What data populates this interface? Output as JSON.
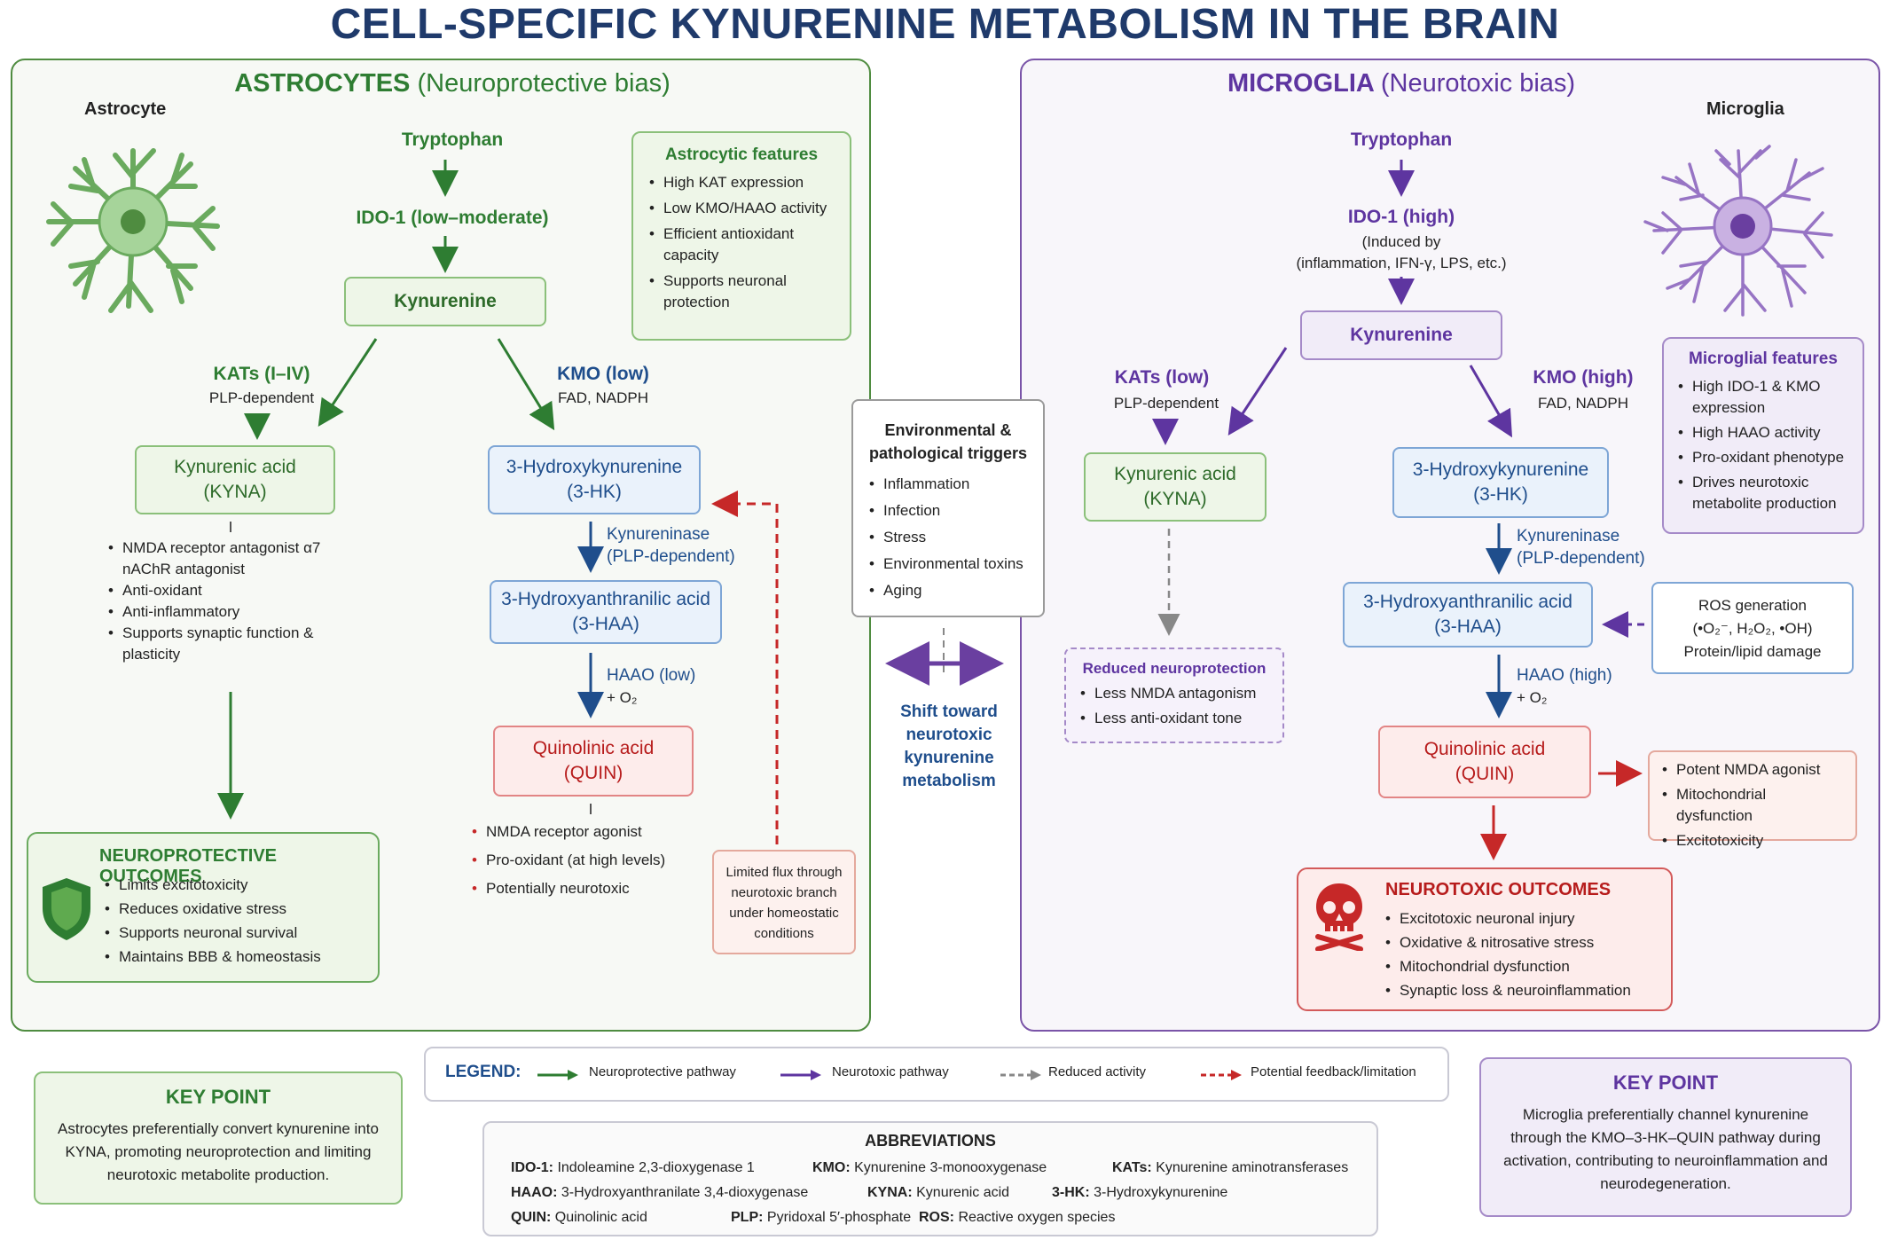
{
  "title": "CELL-SPECIFIC KYNURENINE METABOLISM IN THE BRAIN",
  "astro": {
    "heading": "ASTROCYTES",
    "heading_sub": "(Neuroprotective bias)",
    "cell_label": "Astrocyte",
    "tryptophan": "Tryptophan",
    "ido": "IDO-1 (low–moderate)",
    "kynurenine": "Kynurenine",
    "kats": "KATs (I–IV)",
    "kats_sub": "PLP-dependent",
    "kmo": "KMO (low)",
    "kmo_sub": "FAD, NADPH",
    "kyna_1": "Kynurenic acid",
    "kyna_2": "(KYNA)",
    "hk_1": "3-Hydroxykynurenine",
    "hk_2": "(3-HK)",
    "kynureninase_1": "Kynureninase",
    "kynureninase_2": "(PLP-dependent)",
    "haa_1": "3-Hydroxyanthranilic acid",
    "haa_2": "(3-HAA)",
    "haao": "HAAO (low)",
    "o2": "+ O₂",
    "quin_1": "Quinolinic acid",
    "quin_2": "(QUIN)",
    "kyna_effects": [
      "NMDA receptor antagonist α7 nAChR antagonist",
      "Anti-oxidant",
      "Anti-inflammatory",
      "Supports synaptic function & plasticity"
    ],
    "quin_effects": [
      "NMDA receptor agonist",
      "Pro-oxidant (at high levels)",
      "Potentially neurotoxic"
    ],
    "features_title": "Astrocytic features",
    "features": [
      "High KAT expression",
      "Low KMO/HAAO activity",
      "Efficient antioxidant capacity",
      "Supports neuronal protection"
    ],
    "limited_flux": "Limited flux through neurotoxic branch under homeostatic conditions",
    "outcomes_title": "NEUROPROTECTIVE OUTCOMES",
    "outcomes": [
      "Limits excitotoxicity",
      "Reduces oxidative stress",
      "Supports neuronal survival",
      "Maintains BBB & homeostasis"
    ]
  },
  "micro": {
    "heading": "MICROGLIA",
    "heading_sub": "(Neurotoxic bias)",
    "cell_label": "Microglia",
    "tryptophan": "Tryptophan",
    "ido": "IDO-1 (high)",
    "ido_sub_1": "(Induced by",
    "ido_sub_2": "(inflammation, IFN-γ, LPS, etc.)",
    "kynurenine": "Kynurenine",
    "kats": "KATs (low)",
    "kats_sub": "PLP-dependent",
    "kmo": "KMO (high)",
    "kmo_sub": "FAD, NADPH",
    "kyna_1": "Kynurenic acid",
    "kyna_2": "(KYNA)",
    "hk_1": "3-Hydroxykynurenine",
    "hk_2": "(3-HK)",
    "kynureninase_1": "Kynureninase",
    "kynureninase_2": "(PLP-dependent)",
    "haa_1": "3-Hydroxyanthranilic acid",
    "haa_2": "(3-HAA)",
    "haao": "HAAO (high)",
    "o2": "+ O₂",
    "quin_1": "Quinolinic acid",
    "quin_2": "(QUIN)",
    "reduced_title": "Reduced neuroprotection",
    "reduced": [
      "Less NMDA antagonism",
      "Less anti-oxidant tone"
    ],
    "features_title": "Microglial features",
    "features": [
      "High IDO-1 & KMO expression",
      "High HAAO activity",
      "Pro-oxidant phenotype",
      "Drives neurotoxic metabolite production"
    ],
    "ros_1": "ROS generation",
    "ros_2": "(•O₂⁻, H₂O₂, •OH)",
    "ros_3": "Protein/lipid damage",
    "quin_effects": [
      "Potent NMDA agonist",
      "Mitochondrial dysfunction",
      "Excitotoxicity"
    ],
    "outcomes_title": "NEUROTOXIC OUTCOMES",
    "outcomes": [
      "Excitotoxic neuronal injury",
      "Oxidative & nitrosative stress",
      "Mitochondrial dysfunction",
      "Synaptic loss & neuroinflammation"
    ]
  },
  "triggers": {
    "title_1": "Environmental &",
    "title_2": "pathological triggers",
    "items": [
      "Inflammation",
      "Infection",
      "Stress",
      "Environmental toxins",
      "Aging"
    ]
  },
  "shift": [
    "Shift toward",
    "neurotoxic",
    "kynurenine",
    "metabolism"
  ],
  "legend": {
    "label": "LEGEND:",
    "items": [
      "Neuroprotective pathway",
      "Neurotoxic pathway",
      "Reduced activity",
      "Potential feedback/limitation"
    ]
  },
  "abbreviations": {
    "title": "ABBREVIATIONS",
    "rows": [
      [
        {
          "k": "IDO-1:",
          "v": "Indoleamine 2,3-dioxygenase 1"
        },
        {
          "k": "KMO:",
          "v": "Kynurenine 3-monooxygenase"
        },
        {
          "k": "KATs:",
          "v": "Kynurenine aminotransferases"
        }
      ],
      [
        {
          "k": "HAAO:",
          "v": "3-Hydroxyanthranilate 3,4-dioxygenase"
        },
        {
          "k": "KYNA:",
          "v": "Kynurenic acid"
        },
        {
          "k": "3-HK:",
          "v": "3-Hydroxykynurenine"
        }
      ],
      [
        {
          "k": "QUIN:",
          "v": "Quinolinic acid"
        },
        {
          "k": "PLP:",
          "v": "Pyridoxal 5′-phosphate"
        },
        {
          "k": "ROS:",
          "v": "Reactive oxygen species"
        }
      ]
    ]
  },
  "keypoint_left": {
    "title": "KEY POINT",
    "text": "Astrocytes preferentially convert kynurenine into KYNA, promoting neuroprotection and limiting neurotoxic metabolite production."
  },
  "keypoint_right": {
    "title": "KEY POINT",
    "text": "Microglia preferentially channel kynurenine through the KMO–3-HK–QUIN pathway during activation, contributing to neuroinflammation and neurodegeneration."
  },
  "colors": {
    "neuroprotective": "#2e7d32",
    "neurotoxic": "#5e35a0",
    "reduced": "#888888",
    "feedback": "#c62828",
    "enzyme_blue": "#1f4e8c"
  },
  "icons": [
    "astrocyte-cell-icon",
    "microglia-cell-icon",
    "shield-icon",
    "skull-icon"
  ]
}
